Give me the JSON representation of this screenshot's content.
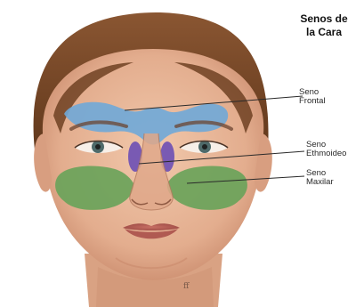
{
  "title": {
    "line1": "Senos de",
    "line2": "la Cara"
  },
  "labels": {
    "frontal": {
      "line1": "Seno",
      "line2": "Frontal"
    },
    "ethmoid": {
      "line1": "Seno",
      "line2": "Ethmoideo"
    },
    "maxilar": {
      "line1": "Seno",
      "line2": "Maxilar"
    }
  },
  "colors": {
    "frontal_sinus": "#6fa9d8",
    "ethmoid_sinus": "#6b4fb5",
    "maxillary_sinus": "#6aa35a",
    "skin": "#e9b89a",
    "hair": "#7a4a2a"
  },
  "icons": {
    "artist_signature": "signature-mark"
  }
}
